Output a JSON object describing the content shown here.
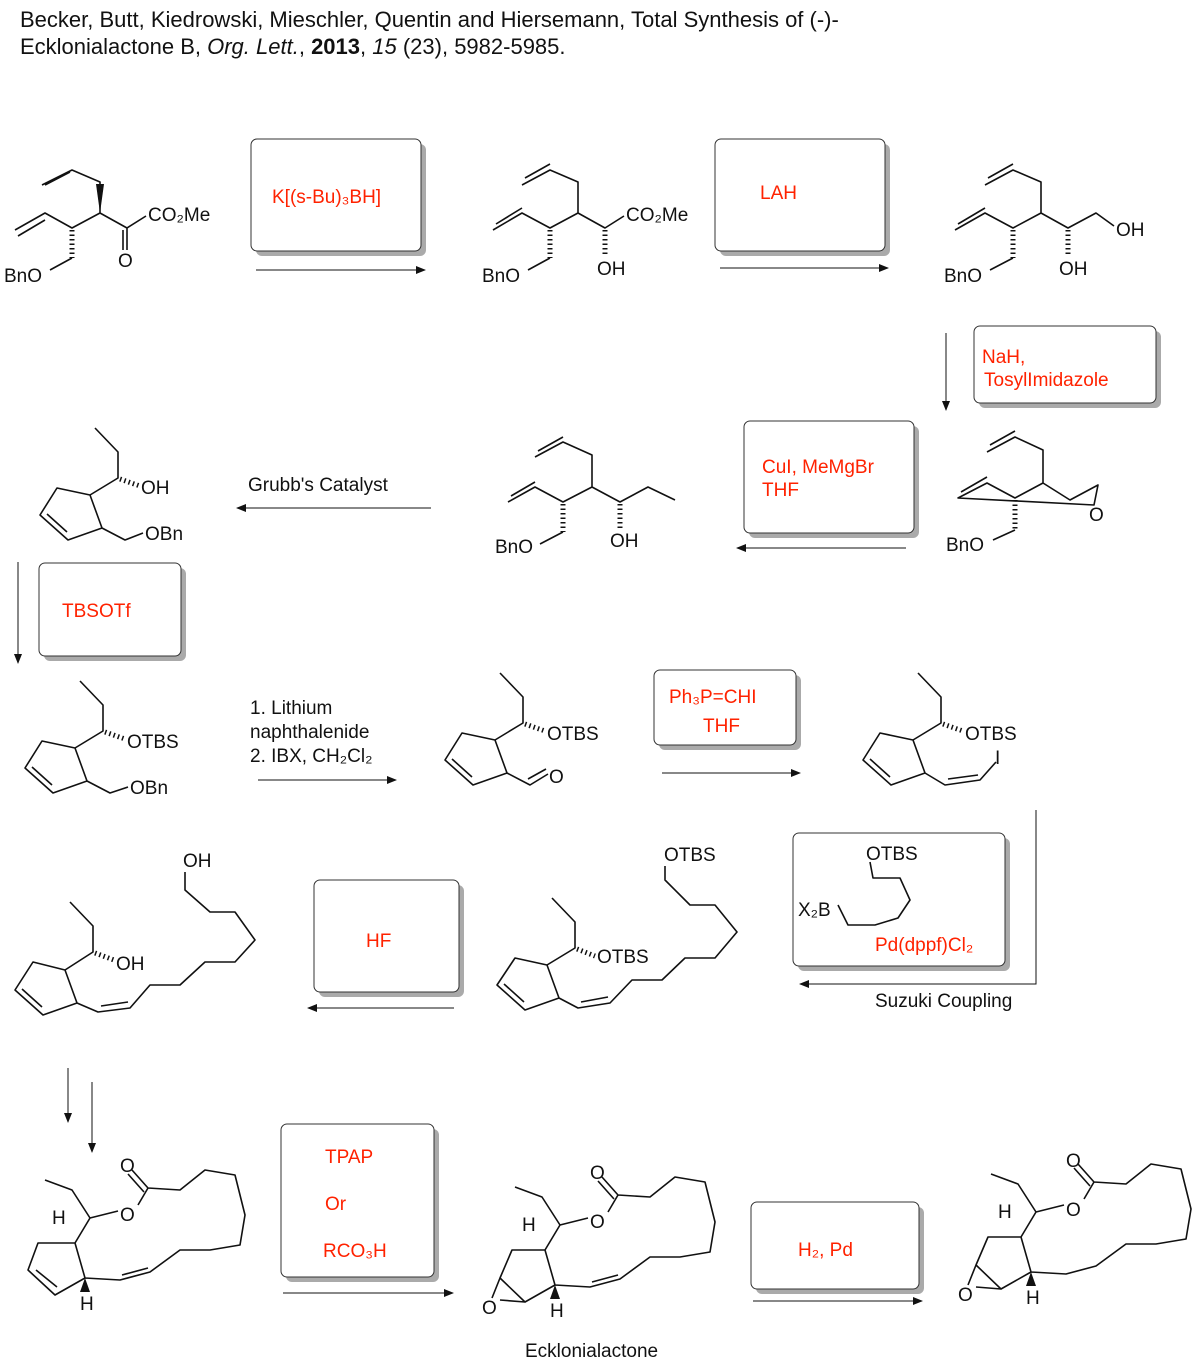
{
  "citation": {
    "authors": "Becker, Butt, Kiedrowski, Mieschler, Quentin and Hiersemann, Total Synthesis of (-)-",
    "line2_a": "Ecklonialactone B, ",
    "journal": "Org. Lett.",
    "year": "2013",
    "volume": "15",
    "issue_pages": " (23), 5982-5985."
  },
  "reagents": {
    "r1": "K[(s-Bu)₃BH]",
    "r2": "LAH",
    "r3a": "NaH,",
    "r3b": "TosylImidazole",
    "r4a": "CuI, MeMgBr",
    "r4b": "THF",
    "r5": "TBSOTf",
    "r6a": "Ph₃P=CHI",
    "r6b": "THF",
    "r7": "Pd(dppf)Cl₂",
    "r7_otbs": "OTBS",
    "r7_x2b": "X₂B",
    "r8": "HF",
    "r9a": "TPAP",
    "r9b": "Or",
    "r9c": "RCO₃H",
    "r10": "H₂, Pd"
  },
  "conditions": {
    "grubbs": "Grubb's Catalyst",
    "ln1": "1. Lithium",
    "ln2": "naphthalenide",
    "ln3": "2.  IBX, CH₂Cl₂",
    "suzuki": "Suzuki Coupling",
    "product": "Ecklonialactone"
  },
  "m1": [
    "CO₂Me",
    "O",
    "BnO"
  ],
  "m2": [
    "CO₂Me",
    "OH",
    "BnO"
  ],
  "m3": [
    "OH",
    "OH",
    "BnO"
  ],
  "m4": [
    "O",
    "BnO"
  ],
  "m5": [
    "OH",
    "BnO"
  ],
  "m6": [
    "OH",
    "OBn"
  ],
  "m7": [
    "OTBS",
    "OBn"
  ],
  "m8": [
    "OTBS",
    "O"
  ],
  "m9": [
    "OTBS",
    "I"
  ],
  "m10": [
    "OTBS",
    "OTBS"
  ],
  "m11": [
    "OH",
    "OH"
  ],
  "m12": [
    "O",
    "O",
    "H",
    "H"
  ],
  "m13": [
    "O",
    "O",
    "H",
    "O",
    "H"
  ],
  "m14": [
    "O",
    "O",
    "H",
    "O",
    "H"
  ]
}
